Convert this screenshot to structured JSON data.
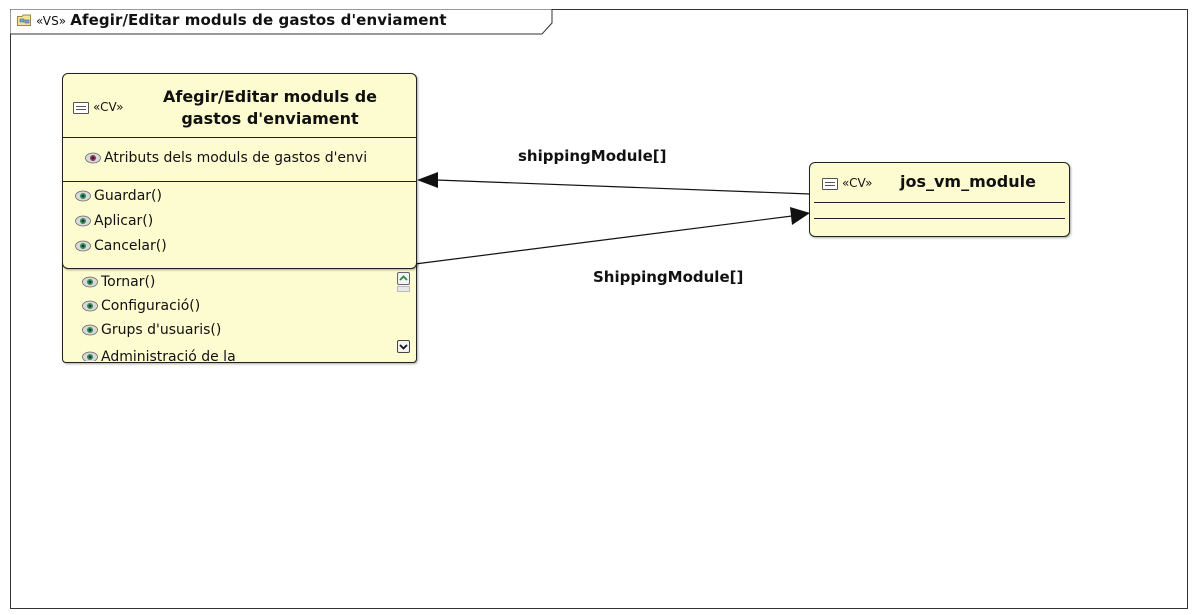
{
  "frame": {
    "stereotype": "«VS»",
    "title": "Afegir/Editar moduls de gastos d'enviament",
    "icon": "folder-diagram-icon"
  },
  "left_class": {
    "stereotype": "«CV»",
    "name_line1": "Afegir/Editar moduls de",
    "name_line2": "gastos d'enviament",
    "attributes": [
      "Atributs dels moduls de gastos d'envi"
    ],
    "operations": [
      "Guardar()",
      "Aplicar()",
      "Cancelar()",
      "Tornar()",
      "Configuració()",
      "Grups d'usuaris()",
      "Administració de la ___"
    ],
    "icon": "class-icon",
    "member_icon": "eye-operation-icon"
  },
  "right_class": {
    "stereotype": "«CV»",
    "name": "jos_vm_module",
    "icon": "class-icon"
  },
  "associations": [
    {
      "label": "shippingModule[]",
      "from": "jos_vm_module",
      "to": "Afegir/Editar moduls de gastos d'enviament"
    },
    {
      "label": "ShippingModule[]",
      "from": "Afegir/Editar moduls de gastos d'enviament",
      "to": "jos_vm_module"
    }
  ],
  "colors": {
    "class_fill": "#fdfcd0",
    "border": "#222222",
    "background": "#ffffff"
  }
}
